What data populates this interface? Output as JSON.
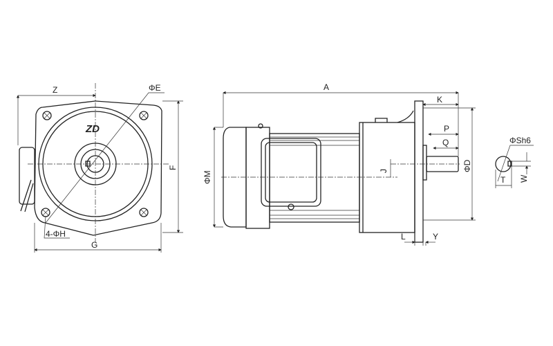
{
  "front_view": {
    "logo": "ZD",
    "labels": {
      "z": "Z",
      "e": "ΦE",
      "f": "F",
      "g": "G",
      "h": "4-ΦH"
    }
  },
  "side_view": {
    "labels": {
      "a": "A",
      "k": "K",
      "p": "P",
      "q": "Q",
      "j": "J",
      "m": "ΦM",
      "d": "ΦD",
      "l": "L",
      "y": "Y"
    }
  },
  "shaft_section": {
    "labels": {
      "s": "ΦSh6",
      "t": "T",
      "w": "W"
    }
  }
}
